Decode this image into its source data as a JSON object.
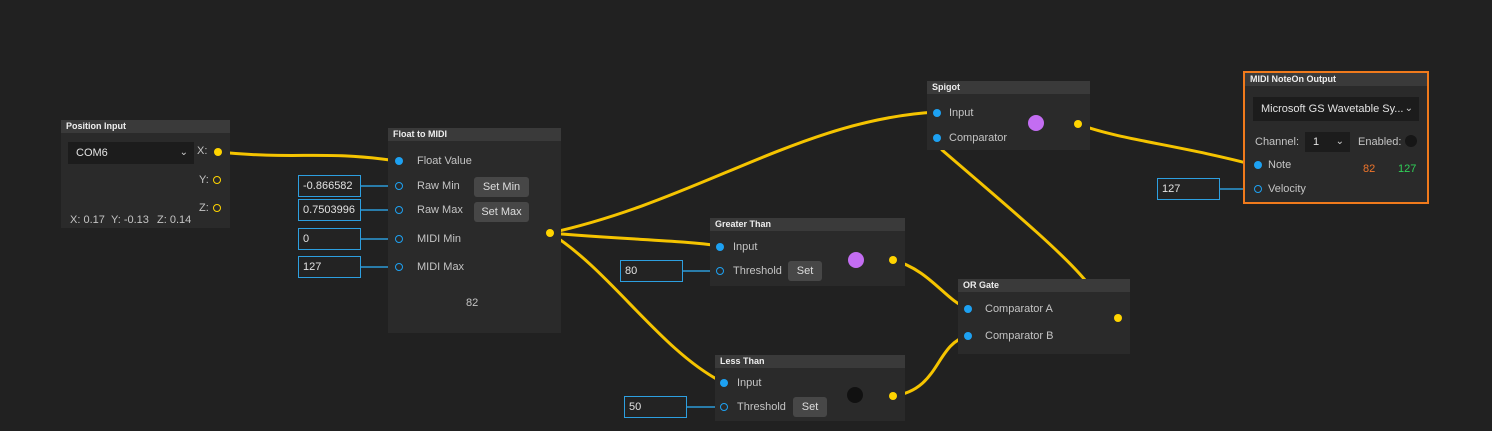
{
  "colors": {
    "wire": "#f5c400",
    "port_in": "#1da1f2",
    "port_out": "#ffd400",
    "field_border": "#2d9fe0",
    "active_outline": "#f07a1c",
    "indicator_on": "#c36df2",
    "indicator_off": "#111111",
    "note_value": "#f0752b",
    "velocity_value": "#30d158"
  },
  "position_input": {
    "title": "Position Input",
    "port_selected": "COM6",
    "x_label": "X:",
    "y_label": "Y:",
    "z_label": "Z:",
    "readout_x": "X: 0.17",
    "readout_y": "Y: -0.13",
    "readout_z": "Z: 0.14"
  },
  "float_to_midi": {
    "title": "Float to MIDI",
    "float_value_label": "Float Value",
    "raw_min_label": "Raw Min",
    "raw_max_label": "Raw Max",
    "midi_min_label": "MIDI Min",
    "midi_max_label": "MIDI Max",
    "raw_min_value": "-0.866582",
    "raw_max_value": "0.7503996",
    "midi_min_value": "0",
    "midi_max_value": "127",
    "set_min_label": "Set Min",
    "set_max_label": "Set Max",
    "output_value": "82"
  },
  "spigot": {
    "title": "Spigot",
    "input_label": "Input",
    "comparator_label": "Comparator"
  },
  "greater_than": {
    "title": "Greater Than",
    "input_label": "Input",
    "threshold_label": "Threshold",
    "threshold_value": "80",
    "set_label": "Set"
  },
  "less_than": {
    "title": "Less Than",
    "input_label": "Input",
    "threshold_label": "Threshold",
    "threshold_value": "50",
    "set_label": "Set"
  },
  "or_gate": {
    "title": "OR Gate",
    "comparator_a_label": "Comparator A",
    "comparator_b_label": "Comparator B"
  },
  "midi_output": {
    "title": "MIDI NoteOn Output",
    "device_selected": "Microsoft GS Wavetable Sy...",
    "channel_label": "Channel:",
    "channel_value": "1",
    "enabled_label": "Enabled:",
    "note_label": "Note",
    "velocity_label": "Velocity",
    "note_value": "82",
    "velocity_value": "127",
    "velocity_input_value": "127"
  }
}
